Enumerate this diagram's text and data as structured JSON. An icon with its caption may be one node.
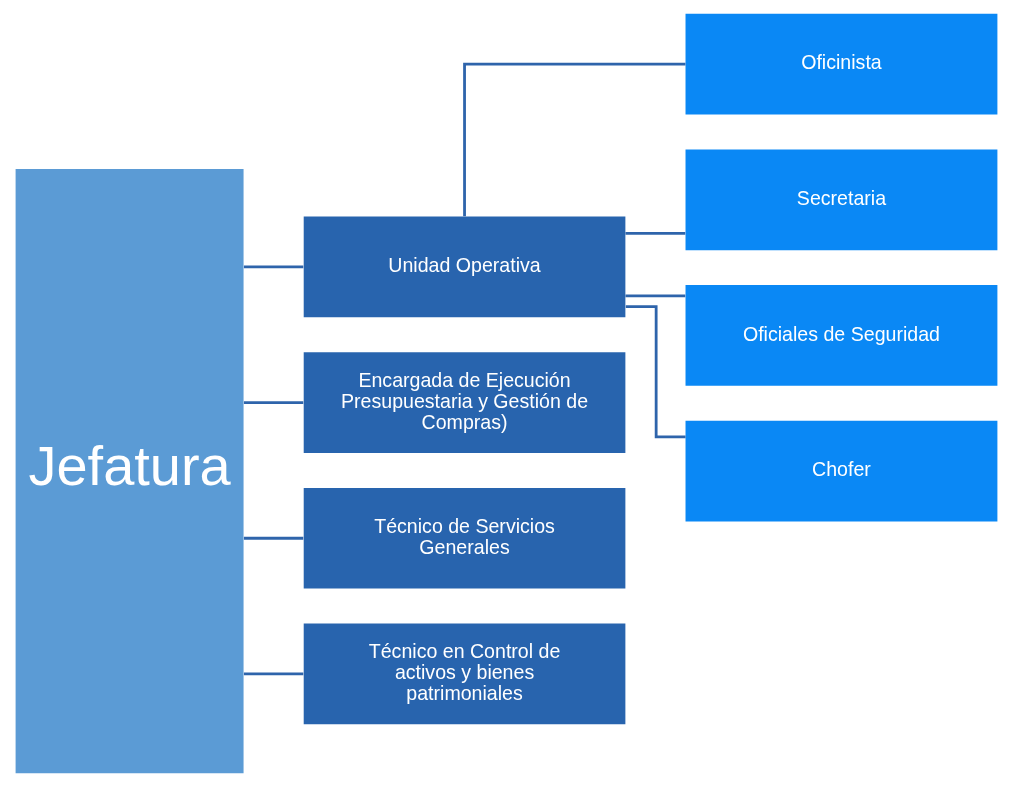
{
  "diagram": {
    "nodes": [
      {
        "text": [
          "Jefatura"
        ]
      },
      {
        "text": [
          "Unidad Operativa"
        ]
      },
      {
        "text": [
          "Encargada de Ejecución Presupuestaria y Gestión de Compras)"
        ]
      },
      {
        "text": [
          "Técnico de Servicios Generales"
        ]
      },
      {
        "text": [
          "Técnico en Control de activos y bienes patrimoniales"
        ]
      },
      {
        "text": [
          "Oficinista"
        ]
      },
      {
        "text": [
          "Secretaria"
        ]
      },
      {
        "text": [
          "Oficiales de Seguridad"
        ]
      },
      {
        "text": [
          "Chofer"
        ]
      }
    ],
    "edges": [
      {
        "from": 0,
        "to": 1,
        "arrow": "none"
      },
      {
        "from": 0,
        "to": 2,
        "arrow": "none"
      },
      {
        "from": 0,
        "to": 3,
        "arrow": "none"
      },
      {
        "from": 0,
        "to": 4,
        "arrow": "none"
      },
      {
        "from": 1,
        "to": 5,
        "arrow": "none"
      },
      {
        "from": 1,
        "to": 6,
        "arrow": "none"
      },
      {
        "from": 1,
        "to": 7,
        "arrow": "none"
      },
      {
        "from": 1,
        "to": 8,
        "arrow": "none"
      }
    ]
  }
}
